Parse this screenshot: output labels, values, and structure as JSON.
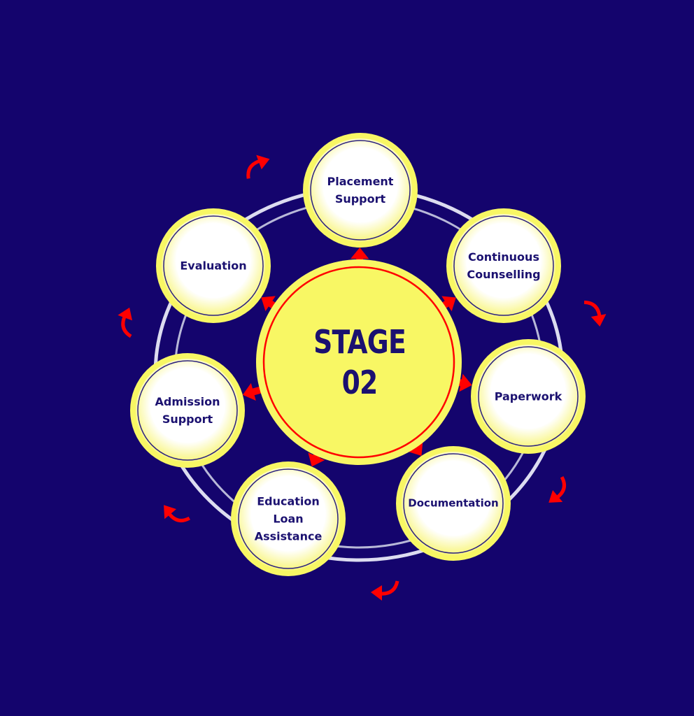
{
  "center": {
    "line1": "STAGE",
    "line2": "02"
  },
  "nodes": [
    {
      "label": "Placement Support"
    },
    {
      "label": "Continuous Counselling"
    },
    {
      "label": "Paperwork"
    },
    {
      "label": "Documentation"
    },
    {
      "label": "Education Loan Assistance"
    },
    {
      "label": "Admission Support"
    },
    {
      "label": "Evaluation"
    }
  ],
  "colors": {
    "background": "#14046d",
    "yellow": "#f8f764",
    "arrow": "#ff0000",
    "text": "#1b1170",
    "ring": "#dcdcf0"
  }
}
